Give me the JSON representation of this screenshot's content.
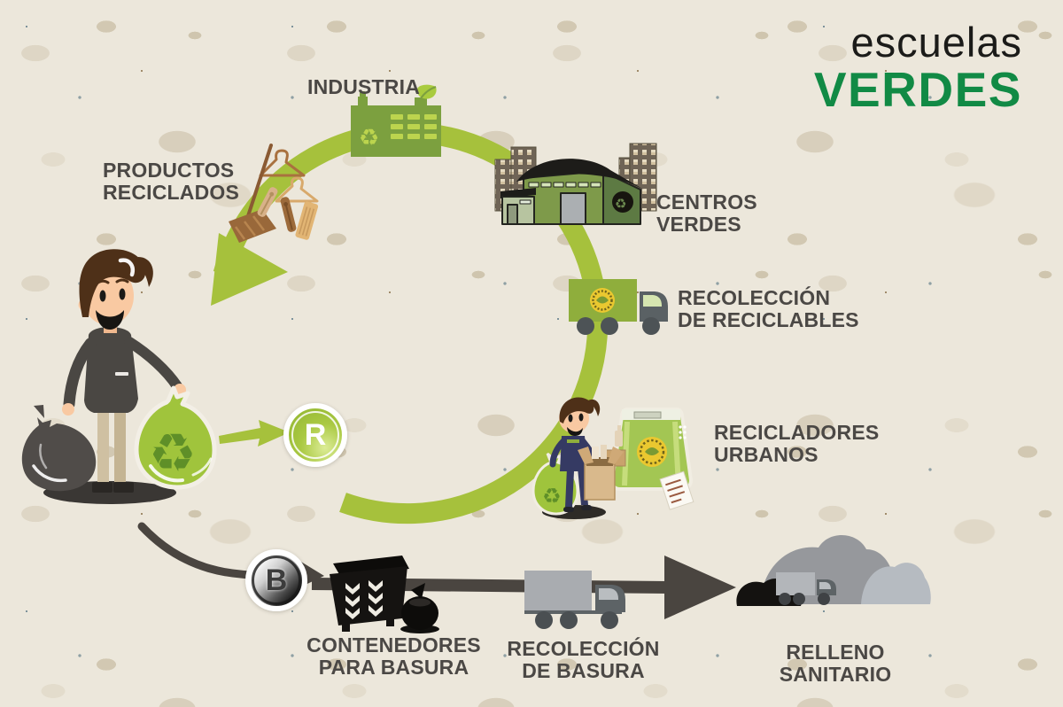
{
  "logo": {
    "line1": "escuelas",
    "line2": "VERDES"
  },
  "labels": {
    "industria": [
      "INDUSTRIA"
    ],
    "productos_reciclados": [
      "PRODUCTOS",
      "RECICLADOS"
    ],
    "centros_verdes": [
      "CENTROS",
      "VERDES"
    ],
    "recoleccion_reciclables": [
      "RECOLECCIÓN",
      "DE RECICLABLES"
    ],
    "recicladores_urbanos": [
      "RECICLADORES",
      "URBANOS"
    ],
    "contenedores_basura": [
      "CONTENEDORES",
      "PARA BASURA"
    ],
    "recoleccion_basura": [
      "RECOLECCIÓN",
      "DE BASURA"
    ],
    "relleno_sanitario": [
      "RELLENO",
      "SANITARIO"
    ]
  },
  "badges": {
    "recyclables_letter": "R",
    "trash_letter": "B"
  },
  "glyphs": {
    "recycle": "♻"
  },
  "icons": {
    "factory": "factory-icon",
    "leaf": "leaf-icon",
    "recycled_products": "recycled-products-icons",
    "city": "city-buildings-icon",
    "warehouse": "green-warehouse-icon",
    "recycling_truck": "recycling-truck-icon",
    "urban_recycler": "urban-recycler-icon",
    "recyclables_bag": "recyclables-bag-icon",
    "citizen": "citizen-icon",
    "trash_bag": "trash-bag-icon",
    "recycle_bag": "recycle-bag-icon",
    "dumpster": "dumpster-icon",
    "garbage_truck": "garbage-truck-icon",
    "landfill": "landfill-mounds-icon"
  },
  "colors": {
    "background": "#ece7db",
    "ring_green": "#a6c13c",
    "industry_green": "#7ca03f",
    "logo_green": "#118a45",
    "label_text": "#4b4845",
    "dark_arrow": "#4a4540",
    "bag_green": "#a0c43c",
    "landfill_gray": "#96989c"
  }
}
